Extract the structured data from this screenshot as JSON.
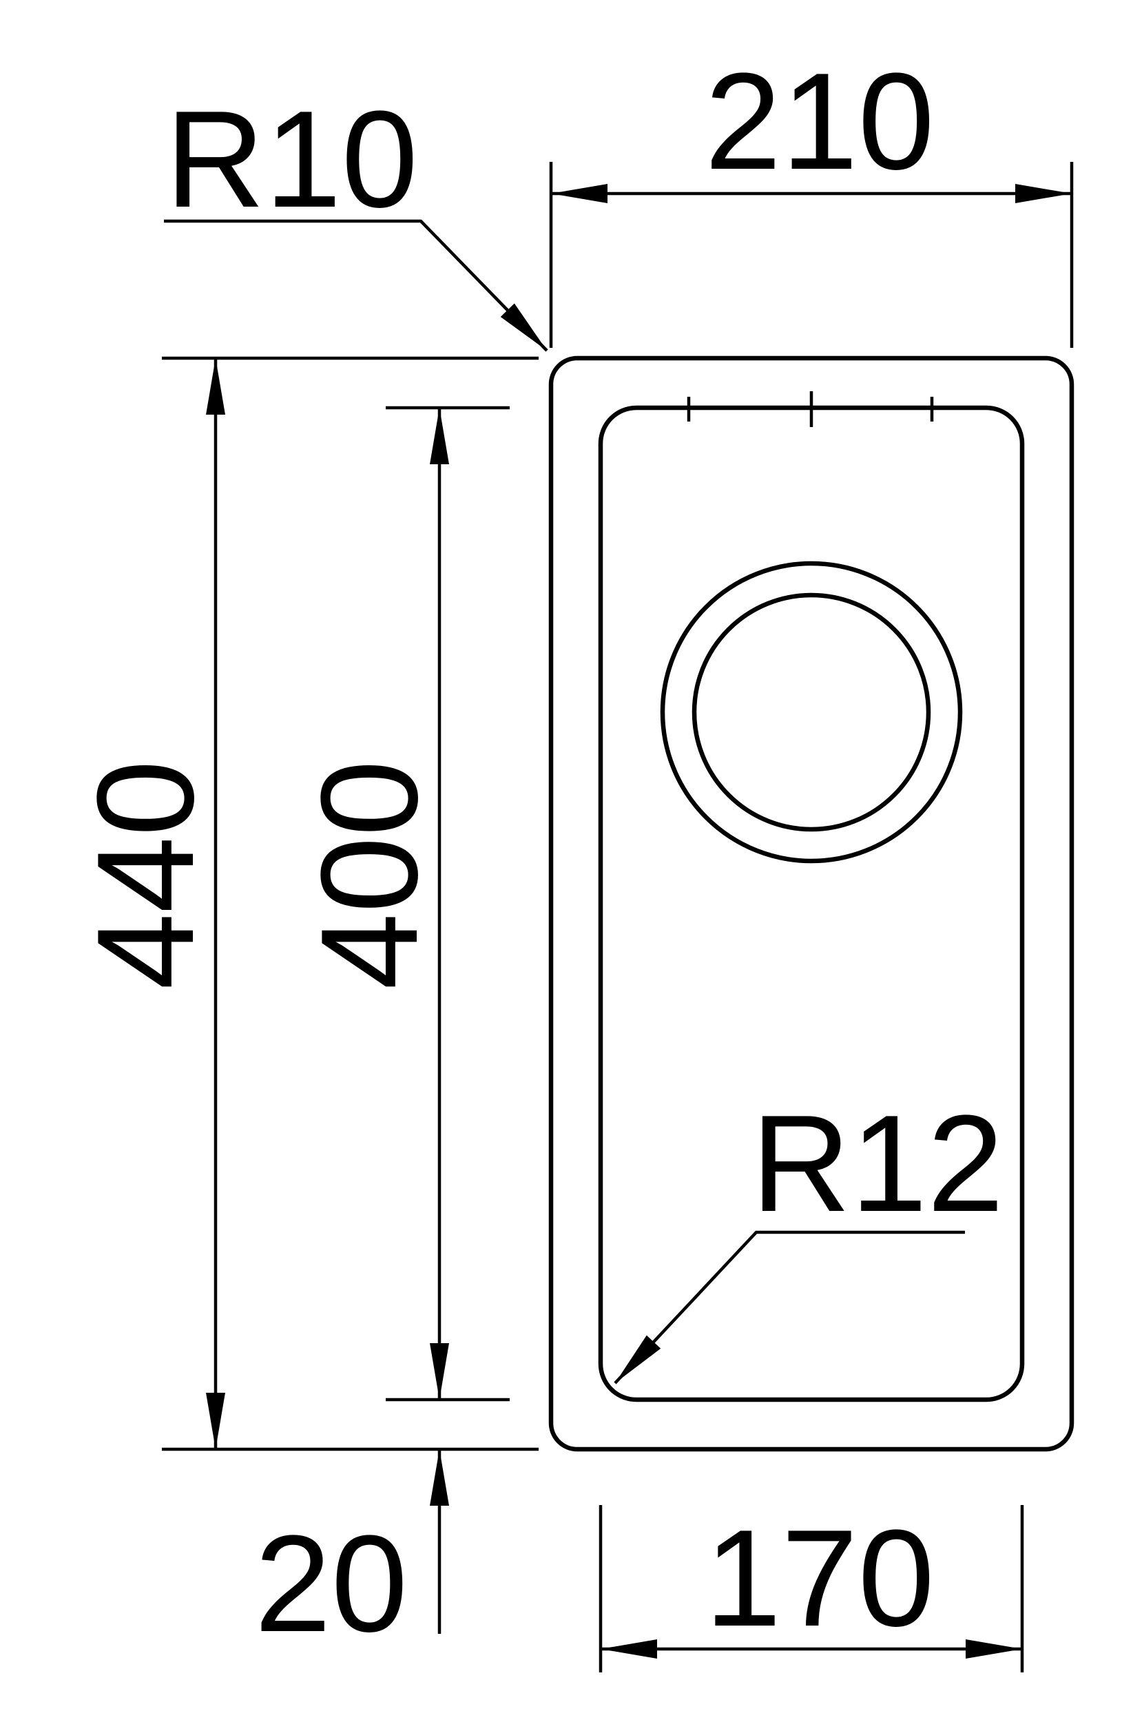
{
  "drawing_labels": {
    "outer_corner_radius": "R10",
    "overall_width": "210",
    "overall_height": "440",
    "bowl_length": "400",
    "bowl_corner_radius": "R12",
    "bottom_offset": "20",
    "bowl_width": "170"
  },
  "colors": {
    "line": "#000000",
    "background": "#ffffff"
  }
}
